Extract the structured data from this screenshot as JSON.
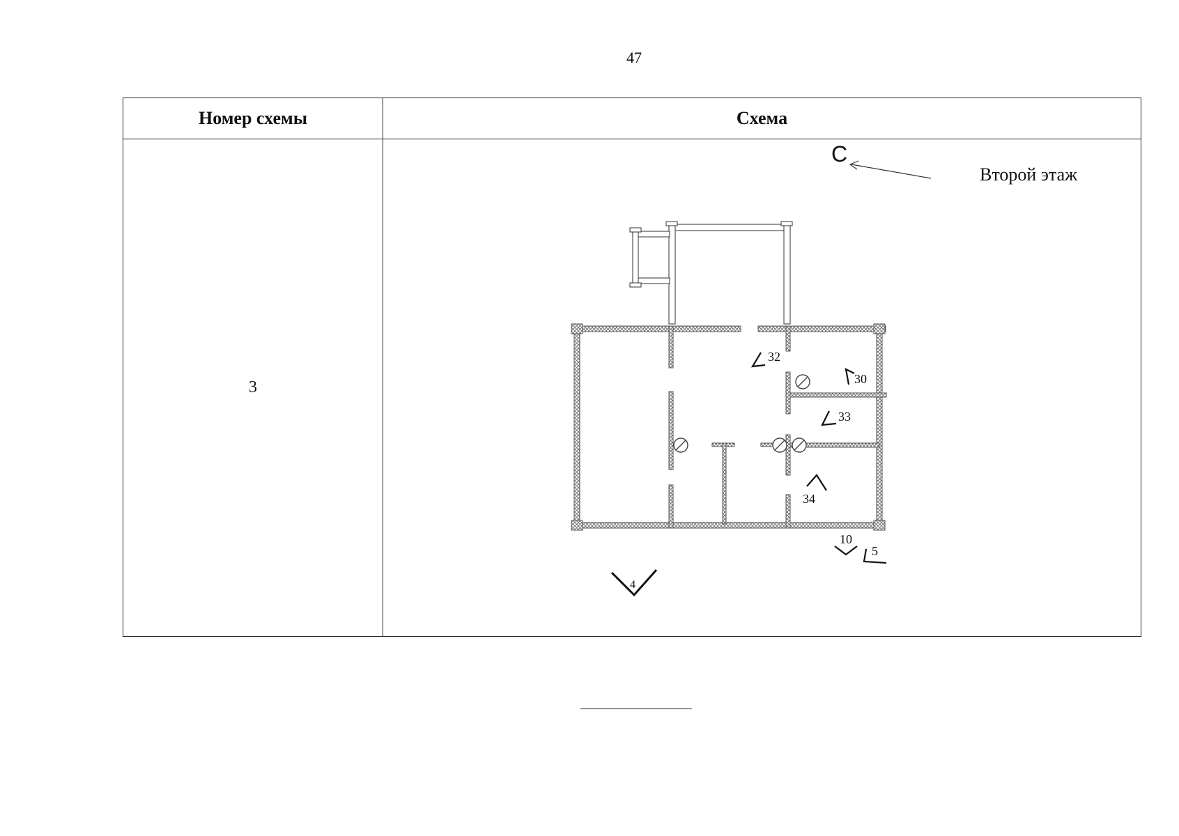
{
  "page_number": "47",
  "table": {
    "headers": {
      "scheme_number": "Номер схемы",
      "scheme": "Схема"
    },
    "rows": [
      {
        "scheme_number": "3",
        "plan": {
          "compass": "С",
          "floor_label": "Второй этаж",
          "markers": [
            "32",
            "30",
            "33",
            "34",
            "10",
            "5",
            "4"
          ]
        }
      }
    ]
  }
}
